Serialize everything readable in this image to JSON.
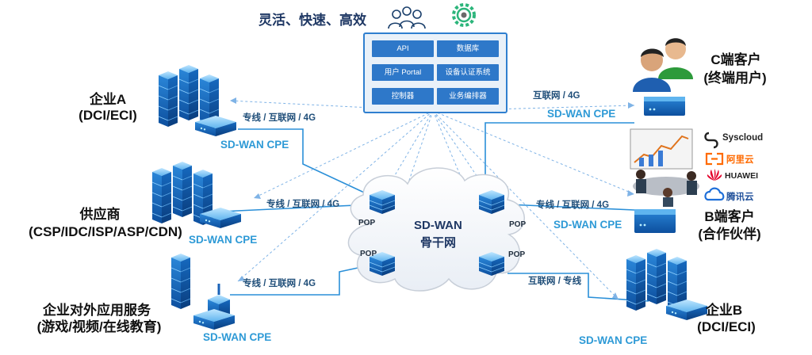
{
  "header": {
    "slogan": "灵活、快速、高效"
  },
  "controller": {
    "modules": [
      "API",
      "数据库",
      "用户 Portal",
      "设备认证系统",
      "控制器",
      "业务编排器"
    ]
  },
  "backbone": {
    "line1": "SD-WAN",
    "line2": "骨干网",
    "pop_label": "POP"
  },
  "sites": {
    "enterprise_a": {
      "line1": "企业A",
      "line2": "(DCI/ECI)",
      "link": "专线 / 互联网 / 4G",
      "cpe": "SD-WAN CPE"
    },
    "supplier": {
      "line1": "供应商",
      "line2": "(CSP/IDC/ISP/ASP/CDN)",
      "link": "专线 / 互联网 / 4G",
      "cpe": "SD-WAN CPE"
    },
    "external_services": {
      "line1": "企业对外应用服务",
      "line2": "(游戏/视频/在线教育)",
      "link": "专线 / 互联网 / 4G",
      "cpe": "SD-WAN CPE"
    },
    "c_customer": {
      "line1": "C端客户",
      "line2": "(终端用户)",
      "link": "互联网 / 4G",
      "cpe": "SD-WAN CPE"
    },
    "b_customer": {
      "line1": "B端客户",
      "line2": "(合作伙伴)",
      "link": "专线 / 互联网 / 4G",
      "cpe": "SD-WAN CPE"
    },
    "enterprise_b": {
      "line1": "企业B",
      "line2": "(DCI/ECI)",
      "link": "互联网 / 专线",
      "cpe": "SD-WAN CPE"
    }
  },
  "partners": [
    "Syscloud",
    "阿里云",
    "HUAWEI",
    "腾讯云"
  ],
  "colors": {
    "accent": "#2e9ad6",
    "controller_blue": "#2e78c9",
    "link_text": "#1f4e79",
    "solid_line": "#2a8fd8",
    "dashed_line": "#7fb3e6",
    "alibaba": "#ff6a00",
    "huawei": "#e4002b"
  }
}
